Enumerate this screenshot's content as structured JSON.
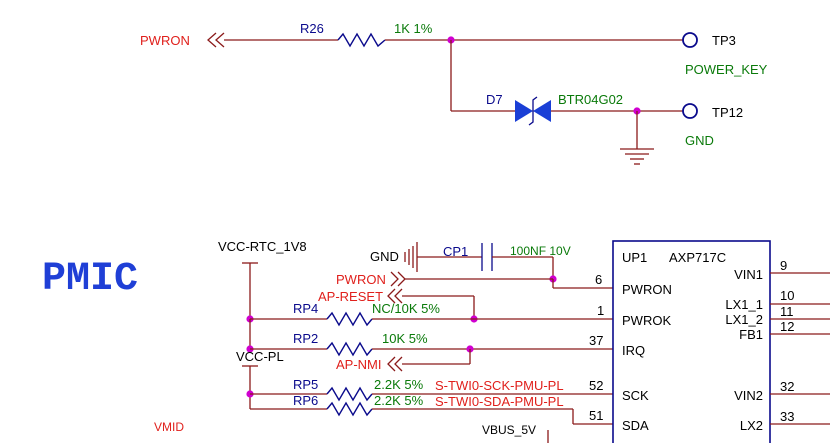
{
  "section_title": "PMIC",
  "top_circuit": {
    "net_pwron": "PWRON",
    "resistor_ref": "R26",
    "resistor_value": "1K 1%",
    "testpoint_1": "TP3",
    "testpoint_1_net": "POWER_KEY",
    "diode_ref": "D7",
    "diode_part": "BTR04G02",
    "testpoint_2": "TP12",
    "testpoint_2_net": "GND"
  },
  "pmic_circuit": {
    "rail_rtc": "VCC-RTC_1V8",
    "rail_pl": "VCC-PL",
    "label_gnd": "GND",
    "cap_ref": "CP1",
    "cap_value": "100NF 10V",
    "net_pwron": "PWRON",
    "net_ap_reset": "AP-RESET",
    "net_ap_nmi": "AP-NMI",
    "net_sck": "S-TWI0-SCK-PMU-PL",
    "net_sda": "S-TWI0-SDA-PMU-PL",
    "label_vmid": "VMID",
    "label_vbus": "VBUS_5V",
    "resistors": [
      {
        "ref": "RP4",
        "value": "NC/10K 5%"
      },
      {
        "ref": "RP2",
        "value": "10K 5%"
      },
      {
        "ref": "RP5",
        "value": "2.2K 5%"
      },
      {
        "ref": "RP6",
        "value": "2.2K 5%"
      }
    ],
    "chip": {
      "ref": "UP1",
      "part": "AXP717C",
      "left_pins": [
        {
          "num": "6",
          "name": "PWRON"
        },
        {
          "num": "1",
          "name": "PWROK"
        },
        {
          "num": "37",
          "name": "IRQ"
        },
        {
          "num": "52",
          "name": "SCK"
        },
        {
          "num": "51",
          "name": "SDA"
        }
      ],
      "right_pins": [
        {
          "num": "9",
          "name": "VIN1"
        },
        {
          "num": "10",
          "name": "LX1_1"
        },
        {
          "num": "11",
          "name": "LX1_2"
        },
        {
          "num": "12",
          "name": "FB1"
        },
        {
          "num": "32",
          "name": "VIN2"
        },
        {
          "num": "33",
          "name": "LX2"
        }
      ]
    }
  }
}
